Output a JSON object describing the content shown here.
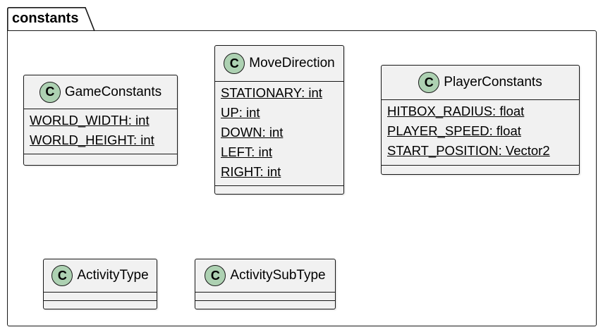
{
  "package": {
    "name": "constants"
  },
  "classes": {
    "game_constants": {
      "icon": "C",
      "name": "GameConstants",
      "attributes": [
        "WORLD_WIDTH: int",
        "WORLD_HEIGHT: int"
      ]
    },
    "move_direction": {
      "icon": "C",
      "name": "MoveDirection",
      "attributes": [
        "STATIONARY: int",
        "UP: int",
        "DOWN: int",
        "LEFT: int",
        "RIGHT: int"
      ]
    },
    "player_constants": {
      "icon": "C",
      "name": "PlayerConstants",
      "attributes": [
        "HITBOX_RADIUS: float",
        "PLAYER_SPEED: float",
        "START_POSITION: Vector2"
      ]
    },
    "activity_type": {
      "icon": "C",
      "name": "ActivityType",
      "attributes": []
    },
    "activity_sub_type": {
      "icon": "C",
      "name": "ActivitySubType",
      "attributes": []
    }
  },
  "colors": {
    "class_fill": "#f1f1f1",
    "class_icon_fill": "#add1b2",
    "border": "#181818"
  }
}
